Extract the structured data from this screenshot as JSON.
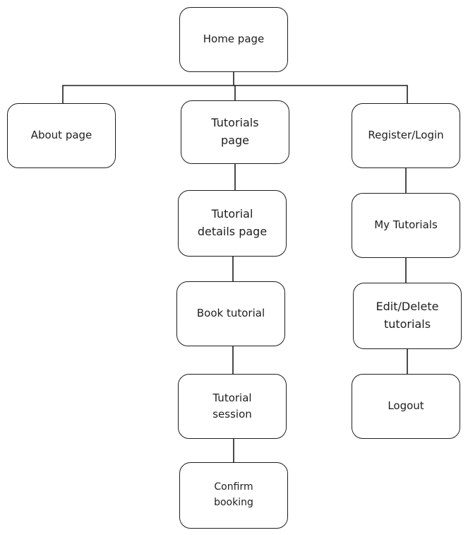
{
  "nodes": {
    "home": "Home page",
    "about": "About page",
    "tutorials": "Tutorials\npage",
    "register": "Register/Login",
    "details": "Tutorial\ndetails page",
    "my_tutorials": "My Tutorials",
    "book": "Book tutorial",
    "edit_delete": "Edit/Delete\ntutorials",
    "session": "Tutorial\nsession",
    "logout": "Logout",
    "confirm": "Confirm\nbooking"
  },
  "colors": {
    "stroke": "#1e1e1e",
    "background": "#ffffff"
  }
}
